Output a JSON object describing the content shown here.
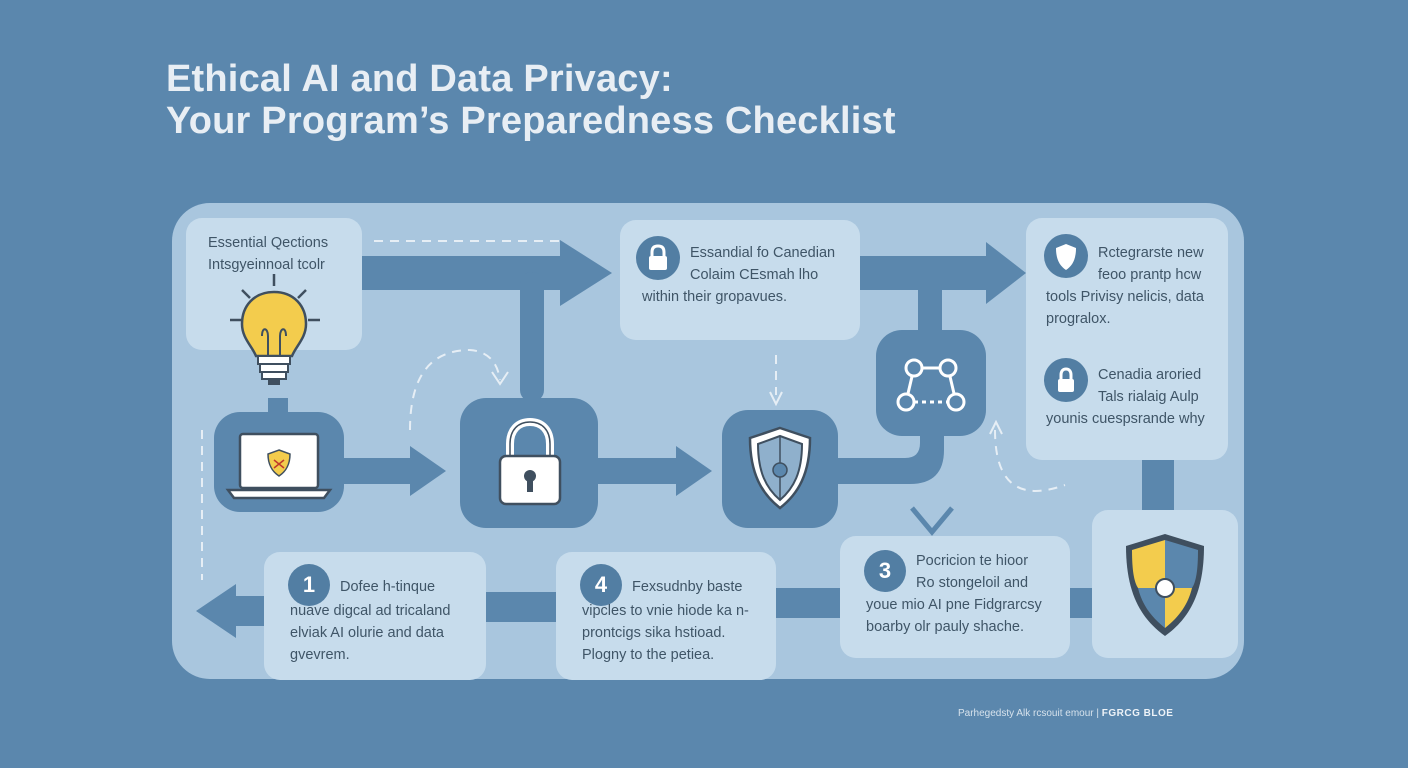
{
  "title": {
    "line1": "Ethical AI and Data Privacy:",
    "line2": "Your Program’s Preparedness Checklist"
  },
  "cards": {
    "questions": {
      "lines": [
        "Essential Qections",
        "Intsgyeinnoal tcolr"
      ]
    },
    "canadian": {
      "lines": [
        "Essandial fo Canedian",
        "Colaim CEsmah lho",
        "within their gropavues."
      ]
    },
    "integrate": {
      "lines": [
        "Rctegrarste new",
        "feoo prantp hcw",
        "tools Privisy nelicis, data",
        "progralox."
      ]
    },
    "canada": {
      "lines": [
        "Cenadia aroried",
        "Tals rialaig Aulp",
        "younis cuespsrande why"
      ]
    },
    "step1": {
      "number": "1",
      "lines": [
        "Dofee h-tinque",
        "nuave digcal ad tricaland",
        "elviak AI olurie and data",
        "gvevrem."
      ]
    },
    "step4": {
      "number": "4",
      "lines": [
        "Fexsudnby baste",
        "vipcles to vnie hiode ka n-",
        "prontcigs sika hstioad.",
        "Plogny to the petiea."
      ]
    },
    "step3": {
      "number": "3",
      "lines": [
        "Pocricion te hioor",
        "Ro stongeloil and",
        "youe mio AI pne Fidgrarcsy",
        "boarby olr pauly shache."
      ]
    }
  },
  "icons": {
    "bulb": "lightbulb-icon",
    "laptop": "laptop-shield-icon",
    "lock": "padlock-icon",
    "shield": "shield-icon",
    "network": "network-nodes-icon",
    "shield_gold": "quartered-shield-icon"
  },
  "colors": {
    "background": "#5b87ad",
    "panel": "#a9c6de",
    "card": "#c7dcec",
    "accent_yellow": "#f3cc4d",
    "arrow": "#5b87ad"
  },
  "footer": {
    "small": "Parhegedsty Alk rcsouit emour |",
    "brand": "FGRCG BLOE"
  }
}
